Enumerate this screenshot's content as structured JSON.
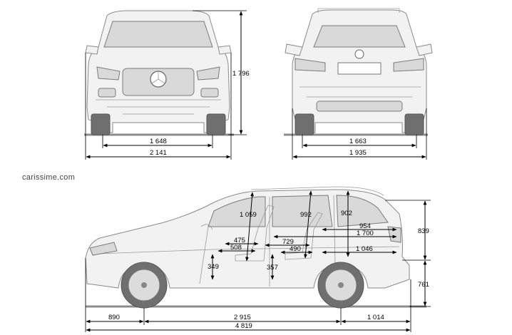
{
  "watermark": "carissime.com",
  "front_view": {
    "height": "1 796",
    "track": "1 648",
    "width_with_mirrors": "2 141"
  },
  "rear_view": {
    "track": "1 663",
    "width": "1 935"
  },
  "side_view": {
    "headroom_front": "1 059",
    "headroom_mid": "992",
    "headroom_rear": "902",
    "trunk_length_upper": "954",
    "cabin_length": "1 700",
    "trunk_length_floor": "1 046",
    "front_legroom": "475",
    "front_seat_depth": "508",
    "rear_legroom": "729",
    "rear_seat_depth": "490",
    "front_seat_height": "349",
    "rear_seat_height": "357",
    "rear_upper_height": "839",
    "rear_lower_height": "761",
    "front_overhang": "890",
    "wheelbase": "2 915",
    "rear_overhang": "1 014",
    "overall_length": "4 819"
  }
}
